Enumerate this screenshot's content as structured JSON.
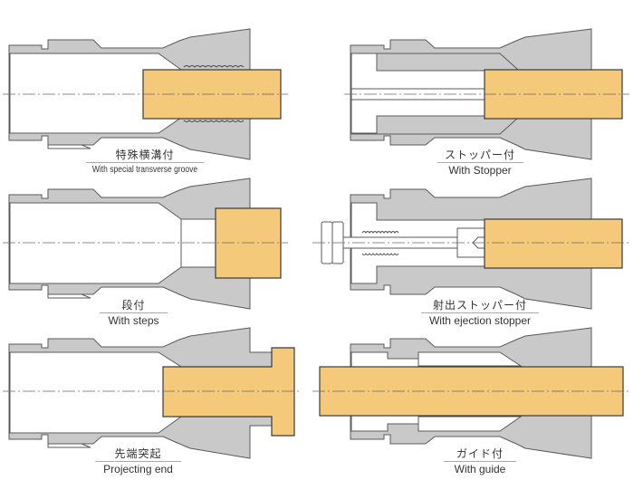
{
  "colors": {
    "collet_body": "#c9c9c9",
    "collet_outline": "#5a5a5a",
    "workpiece": "#f5c97a",
    "centerline": "#6a6a6a",
    "background": "#ffffff"
  },
  "diagrams": [
    {
      "id": "special-groove",
      "label_jp": "特殊横溝付",
      "label_en": "With special transverse groove"
    },
    {
      "id": "stopper",
      "label_jp": "ストッパー付",
      "label_en": "With Stopper"
    },
    {
      "id": "steps",
      "label_jp": "段付",
      "label_en": "With steps"
    },
    {
      "id": "ejection-stopper",
      "label_jp": "射出ストッパー付",
      "label_en": "With ejection stopper"
    },
    {
      "id": "projecting-end",
      "label_jp": "先端突起",
      "label_en": "Projecting end"
    },
    {
      "id": "guide",
      "label_jp": "ガイド付",
      "label_en": "With guide"
    }
  ]
}
